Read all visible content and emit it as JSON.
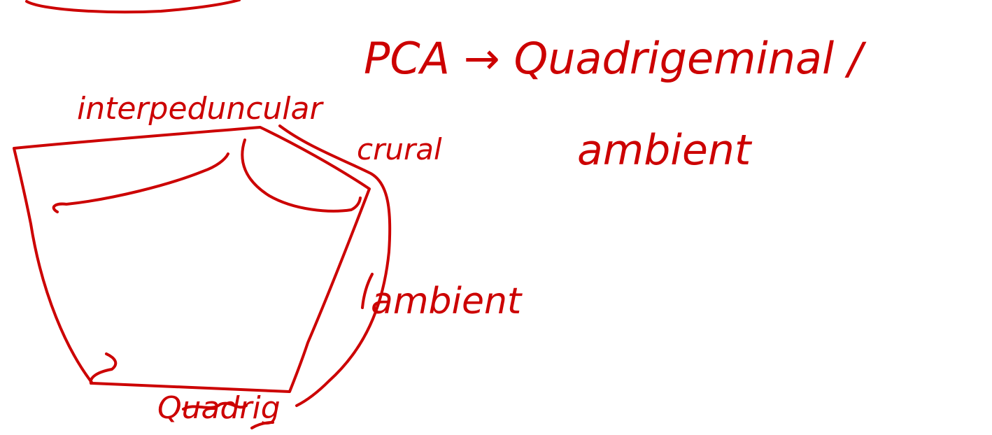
{
  "ink_color": "#cc0000",
  "labels": {
    "pca_line": "PCA → Quadrigeminal /",
    "ambient_top": "ambient",
    "interpeduncular": "interpeduncular",
    "crural": "crural",
    "ambient_side": "ambient",
    "quadrig": "Quadrig"
  }
}
